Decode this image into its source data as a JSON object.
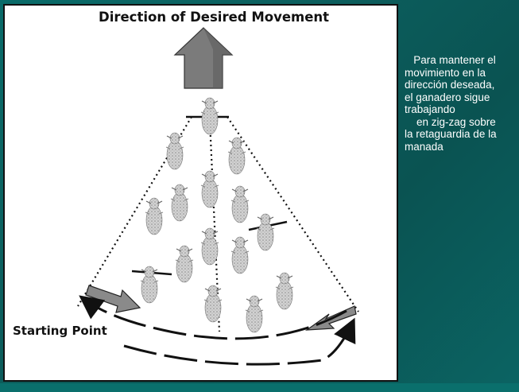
{
  "diagram": {
    "title": "Direction of Desired Movement",
    "start_label": "Starting Point"
  },
  "side_text": {
    "lines": [
      "   Para mantener el",
      "movimiento en la",
      "dirección deseada,",
      "el ganadero sigue",
      "trabajando",
      "    en zig-zag sobre",
      "la retaguardia de la",
      "manada"
    ]
  },
  "colors": {
    "slide_background": "#0b5a5a",
    "panel_background": "#ffffff",
    "cattle_fill": "#c9c9c9",
    "arrow_fill": "#7a7a7a",
    "side_text": "#ffffff"
  },
  "icons": {
    "cattle": "cow-top-view-icon",
    "direction": "up-arrow-icon",
    "handler": "handler-arrow-icon"
  }
}
